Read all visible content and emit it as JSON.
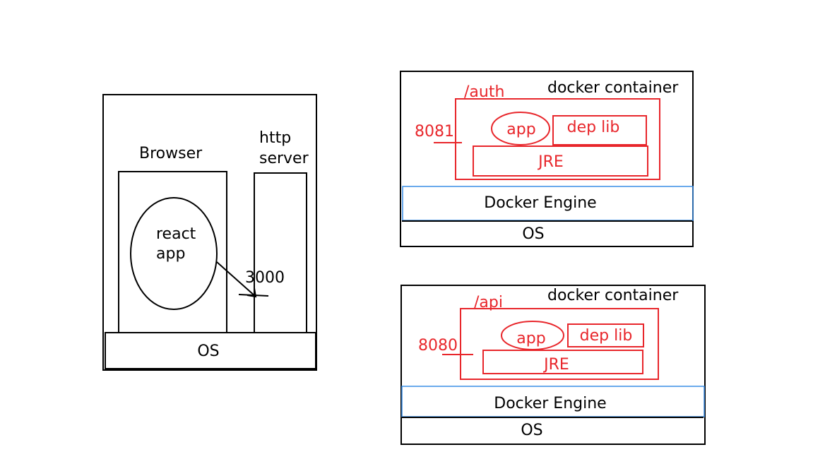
{
  "colors": {
    "black": "#000000",
    "red": "#e8262b",
    "blue": "#3a8ee6"
  },
  "left_machine": {
    "browser_label": "Browser",
    "react_app_line1": "react",
    "react_app_line2": "app",
    "http_server_line1": "http",
    "http_server_line2": "server",
    "port": "3000",
    "os_label": "OS"
  },
  "auth_host": {
    "container_label": "docker container",
    "route": "/auth",
    "port": "8081",
    "app_label": "app",
    "dep_lib_label": "dep lib",
    "jre_label": "JRE",
    "engine_label": "Docker Engine",
    "os_label": "OS"
  },
  "api_host": {
    "container_label": "docker container",
    "route": "/api",
    "port": "8080",
    "app_label": "app",
    "dep_lib_label": "dep lib",
    "jre_label": "JRE",
    "engine_label": "Docker Engine",
    "os_label": "OS"
  }
}
